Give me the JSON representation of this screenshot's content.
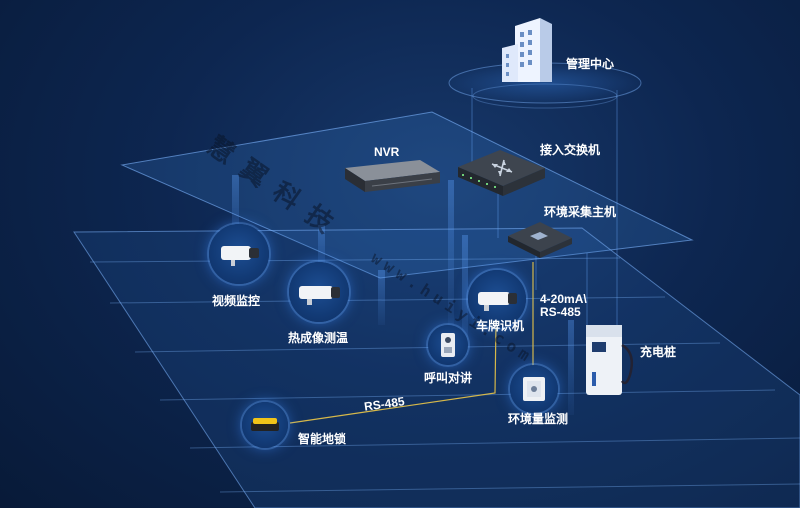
{
  "labels": {
    "center": "管理中心",
    "nvr": "NVR",
    "switch": "接入交换机",
    "env_host": "环境采集主机",
    "video": "视频监控",
    "thermal": "热成像测温",
    "plate": "车牌识机",
    "intercom": "呼叫对讲",
    "charger": "充电桩",
    "env_monitor": "环境量监测",
    "lock": "智能地锁",
    "link_rs485": "RS-485",
    "link_host_1": "4-20mA\\",
    "link_host_2": "RS-485"
  },
  "watermark": {
    "chars": "慧翼科技",
    "url": "www.huiyi.com"
  },
  "colors": {
    "background": "#0b2144",
    "plane": "#4a8fd8",
    "node": "#15407e",
    "link": "#d6b84a"
  }
}
